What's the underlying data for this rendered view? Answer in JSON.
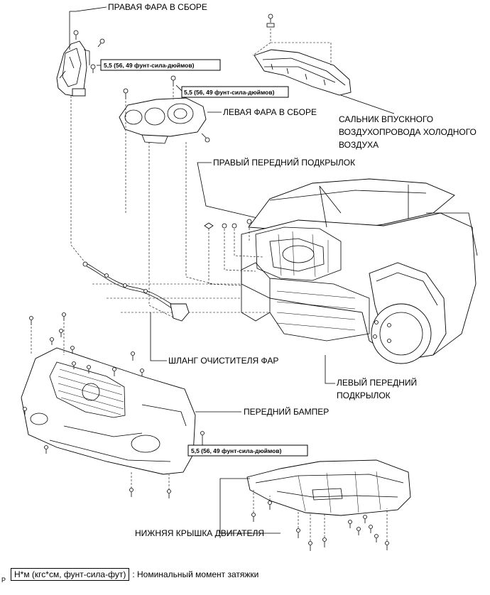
{
  "labels": {
    "right_headlamp": "ПРАВАЯ ФАРА В СБОРЕ",
    "left_headlamp": "ЛЕВАЯ ФАРА В СБОРЕ",
    "air_intake_seal_1": "САЛЬНИК ВПУСКНОГО",
    "air_intake_seal_2": "ВОЗДУХОПРОВОДА ХОЛОДНОГО",
    "air_intake_seal_3": "ВОЗДУХА",
    "right_fender_liner": "ПРАВЫЙ ПЕРЕДНИЙ ПОДКРЫЛОК",
    "washer_hose": "ШЛАНГ ОЧИСТИТЕЛЯ ФАР",
    "left_fender_liner_1": "ЛЕВЫЙ ПЕРЕДНИЙ",
    "left_fender_liner_2": "ПОДКРЫЛОК",
    "front_bumper": "ПЕРЕДНИЙ БАМПЕР",
    "engine_under_cover": "НИЖНЯЯ КРЫШКА ДВИГАТЕЛЯ"
  },
  "torques": {
    "right_headlamp": "5,5 (56, 49 фунт-сила-дюймов)",
    "left_headlamp": "5,5 (56, 49 фунт-сила-дюймов)",
    "bumper": "5,5 (56, 49 фунт-сила-дюймов)"
  },
  "legend": {
    "unit_box": "Н*м (кгс*см, фунт-сила-фут)",
    "description": ": Номинальный момент затяжки"
  },
  "corner_mark": "P"
}
